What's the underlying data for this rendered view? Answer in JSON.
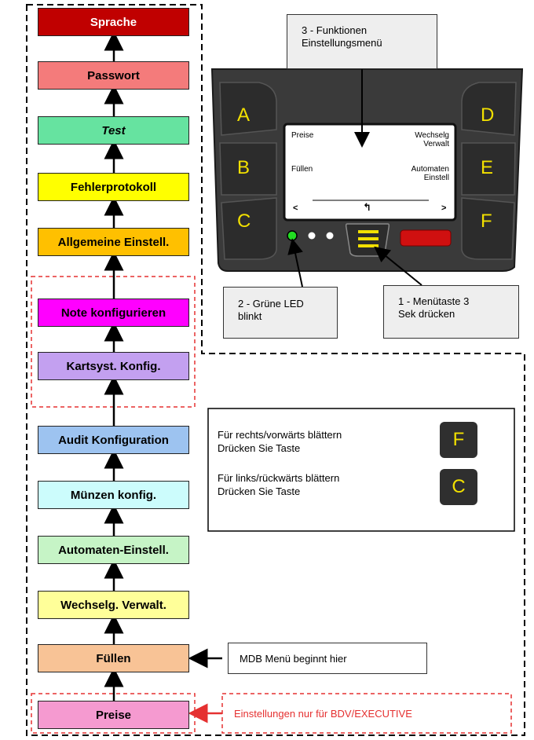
{
  "menu_items": [
    {
      "label": "Sprache",
      "color": "#c00000",
      "text_color": "#ffffff",
      "italic": false
    },
    {
      "label": "Passwort",
      "color": "#f47b7b",
      "text_color": "#000000",
      "italic": false
    },
    {
      "label": "Test",
      "color": "#66e3a0",
      "text_color": "#000000",
      "italic": true
    },
    {
      "label": "Fehlerprotokoll",
      "color": "#ffff00",
      "text_color": "#000000",
      "italic": false
    },
    {
      "label": "Allgemeine Einstell.",
      "color": "#ffc000",
      "text_color": "#000000",
      "italic": false
    },
    {
      "label": "Note konfigurieren",
      "color": "#ff00ff",
      "text_color": "#000000",
      "italic": false
    },
    {
      "label": "Kartsyst. Konfig.",
      "color": "#c3a0f0",
      "text_color": "#000000",
      "italic": false
    },
    {
      "label": "Audit Konfiguration",
      "color": "#9dc3f0",
      "text_color": "#000000",
      "italic": false
    },
    {
      "label": "Münzen konfig.",
      "color": "#ccfcfc",
      "text_color": "#000000",
      "italic": false
    },
    {
      "label": "Automaten-Einstell.",
      "color": "#c6f4c6",
      "text_color": "#000000",
      "italic": false
    },
    {
      "label": "Wechselg. Verwalt.",
      "color": "#ffff99",
      "text_color": "#000000",
      "italic": false
    },
    {
      "label": "Füllen",
      "color": "#f8c396",
      "text_color": "#000000",
      "italic": false
    },
    {
      "label": "Preise",
      "color": "#f59ad0",
      "text_color": "#000000",
      "italic": false
    }
  ],
  "callouts": {
    "funktionen": "3 - Funktionen\nEinstellungsmenü",
    "led": "2 - Grüne LED\nblinkt",
    "menutaste": "1 - Menütaste 3\nSek drücken",
    "mdb": "MDB Menü beginnt hier",
    "bdv": "Einstellungen nur für BDV/EXECUTIVE"
  },
  "instructions": {
    "forward_line1": "Für rechts/vorwärts blättern",
    "forward_line2": "Drücken Sie Taste",
    "forward_key": "F",
    "back_line1": "Für links/rückwärts blättern",
    "back_line2": "Drücken Sie Taste",
    "back_key": "C"
  },
  "device": {
    "left_keys": [
      "A",
      "B",
      "C"
    ],
    "right_keys": [
      "D",
      "E",
      "F"
    ],
    "lcd": {
      "top_left": "Preise",
      "top_right_1": "Wechselg",
      "top_right_2": "Verwalt",
      "mid_left": "Füllen",
      "mid_right_1": "Automaten",
      "mid_right_2": "Einstell",
      "nav_left": "<",
      "nav_center": "↰",
      "nav_right": ">"
    }
  },
  "colors": {
    "dashed_black": "#000000",
    "dashed_red": "#e53030",
    "device_body": "#3a3a3a",
    "key_yellow": "#f2e000",
    "led_green": "#22dd22",
    "red_bar": "#d01010"
  }
}
